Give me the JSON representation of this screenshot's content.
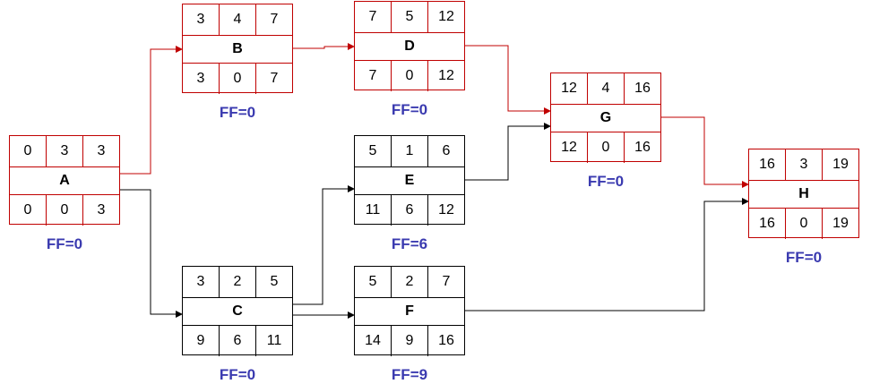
{
  "colors": {
    "critical": "#c00000",
    "normal": "#000000",
    "free_float_text": "#3b3bb0"
  },
  "nodes": [
    {
      "id": "A",
      "es": "0",
      "dur": "3",
      "ef": "3",
      "ls": "0",
      "tf": "0",
      "lf": "3",
      "ff": "FF=0",
      "critical": true
    },
    {
      "id": "B",
      "es": "3",
      "dur": "4",
      "ef": "7",
      "ls": "3",
      "tf": "0",
      "lf": "7",
      "ff": "FF=0",
      "critical": true
    },
    {
      "id": "C",
      "es": "3",
      "dur": "2",
      "ef": "5",
      "ls": "9",
      "tf": "6",
      "lf": "11",
      "ff": "FF=0",
      "critical": false
    },
    {
      "id": "D",
      "es": "7",
      "dur": "5",
      "ef": "12",
      "ls": "7",
      "tf": "0",
      "lf": "12",
      "ff": "FF=0",
      "critical": true
    },
    {
      "id": "E",
      "es": "5",
      "dur": "1",
      "ef": "6",
      "ls": "11",
      "tf": "6",
      "lf": "12",
      "ff": "FF=6",
      "critical": false
    },
    {
      "id": "F",
      "es": "5",
      "dur": "2",
      "ef": "7",
      "ls": "14",
      "tf": "9",
      "lf": "16",
      "ff": "FF=9",
      "critical": false
    },
    {
      "id": "G",
      "es": "12",
      "dur": "4",
      "ef": "16",
      "ls": "12",
      "tf": "0",
      "lf": "16",
      "ff": "FF=0",
      "critical": true
    },
    {
      "id": "H",
      "es": "16",
      "dur": "3",
      "ef": "19",
      "ls": "16",
      "tf": "0",
      "lf": "19",
      "ff": "FF=0",
      "critical": true
    }
  ],
  "edges": [
    {
      "from": "A",
      "to": "B",
      "critical": true
    },
    {
      "from": "A",
      "to": "C",
      "critical": false
    },
    {
      "from": "B",
      "to": "D",
      "critical": true
    },
    {
      "from": "C",
      "to": "E",
      "critical": false
    },
    {
      "from": "C",
      "to": "F",
      "critical": false
    },
    {
      "from": "D",
      "to": "G",
      "critical": true
    },
    {
      "from": "E",
      "to": "G",
      "critical": false
    },
    {
      "from": "G",
      "to": "H",
      "critical": true
    },
    {
      "from": "F",
      "to": "H",
      "critical": false
    }
  ]
}
